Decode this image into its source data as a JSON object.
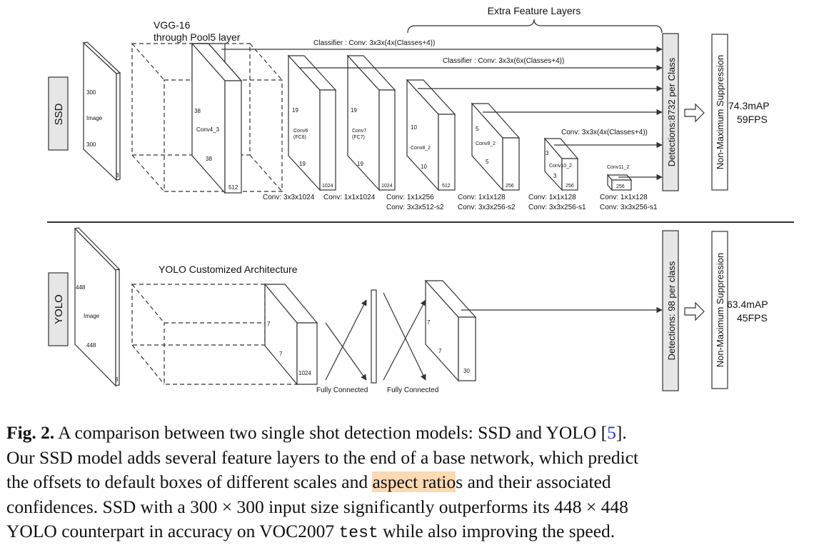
{
  "ssd": {
    "side_label": "SSD",
    "vgg_title_1": "VGG-16",
    "vgg_title_2": "through Pool5 layer",
    "extra_title": "Extra Feature Layers",
    "classifier_1": "Classifier : Conv: 3x3x(4x(Classes+4))",
    "classifier_2": "Classifier : Conv: 3x3x(6x(Classes+4))",
    "classifier_3": "Conv: 3x3x(4x(Classes+4))",
    "image": {
      "dim_top": "300",
      "name": "Image",
      "dim_bottom": "300",
      "depth": "3"
    },
    "conv4_3": {
      "dim_left": "38",
      "name": "Conv4_3",
      "dim_bottom": "38",
      "depth": "512"
    },
    "fc6": {
      "dim_top": "19",
      "name_1": "Conv6",
      "name_2": "(FC6)",
      "dim_bottom": "19",
      "depth": "1024"
    },
    "fc7": {
      "dim_top": "19",
      "name_1": "Conv7",
      "name_2": "(FC7)",
      "dim_bottom": "19",
      "depth": "1024"
    },
    "conv8": {
      "dim_top": "10",
      "name": "Conv8_2",
      "dim_bottom": "10",
      "depth": "512"
    },
    "conv9": {
      "dim_top": "5",
      "name": "Conv9_2",
      "dim_bottom": "5",
      "depth": "256"
    },
    "conv10": {
      "dim_top": "3",
      "name": "Conv10_2",
      "dim_bottom": "3",
      "depth": "256"
    },
    "conv11": {
      "name": "Conv11_2",
      "depth": "256"
    },
    "op_1": "Conv: 3x3x1024",
    "op_2": "Conv: 1x1x1024",
    "op_3a": "Conv: 1x1x256",
    "op_3b": "Conv: 3x3x512-s2",
    "op_4a": "Conv: 1x1x128",
    "op_4b": "Conv: 3x3x256-s2",
    "op_5a": "Conv: 1x1x128",
    "op_5b": "Conv: 3x3x256-s1",
    "op_6a": "Conv: 1x1x128",
    "op_6b": "Conv: 3x3x256-s1",
    "detections": "Detections:8732 per Class",
    "nms": "Non-Maximum Suppression",
    "map": "74.3mAP",
    "fps": "59FPS"
  },
  "yolo": {
    "side_label": "YOLO",
    "arch_title": "YOLO Customized Architecture",
    "image": {
      "dim_top": "448",
      "name": "Image",
      "dim_bottom": "448",
      "depth": "3"
    },
    "block": {
      "dim_left": "7",
      "dim_bottom": "7",
      "depth": "1024"
    },
    "out": {
      "dim_top": "7",
      "dim_bottom": "7",
      "depth": "30"
    },
    "fc_1": "Fully Connected",
    "fc_2": "Fully Connected",
    "detections": "Detections: 98 per class",
    "nms": "Non-Maximum Suppression",
    "map": "63.4mAP",
    "fps": "45FPS"
  },
  "caption": {
    "label": "Fig. 2.",
    "l1_a": " A comparison between two single shot detection models: SSD and YOLO [",
    "l1_cite": "5",
    "l1_b": "].",
    "l2": "Our SSD model adds several feature layers to the end of a base network, which predict",
    "l3_a": "the offsets to default boxes of different scales and ",
    "l3_hl": "aspect ratio",
    "l3_b": "s and their associated",
    "l4": "confidences. SSD with a 300 × 300 input size significantly outperforms its 448 × 448",
    "l5_a": "YOLO counterpart in accuracy on VOC2007 ",
    "l5_mono": "test",
    "l5_b": " while also improving the speed."
  }
}
